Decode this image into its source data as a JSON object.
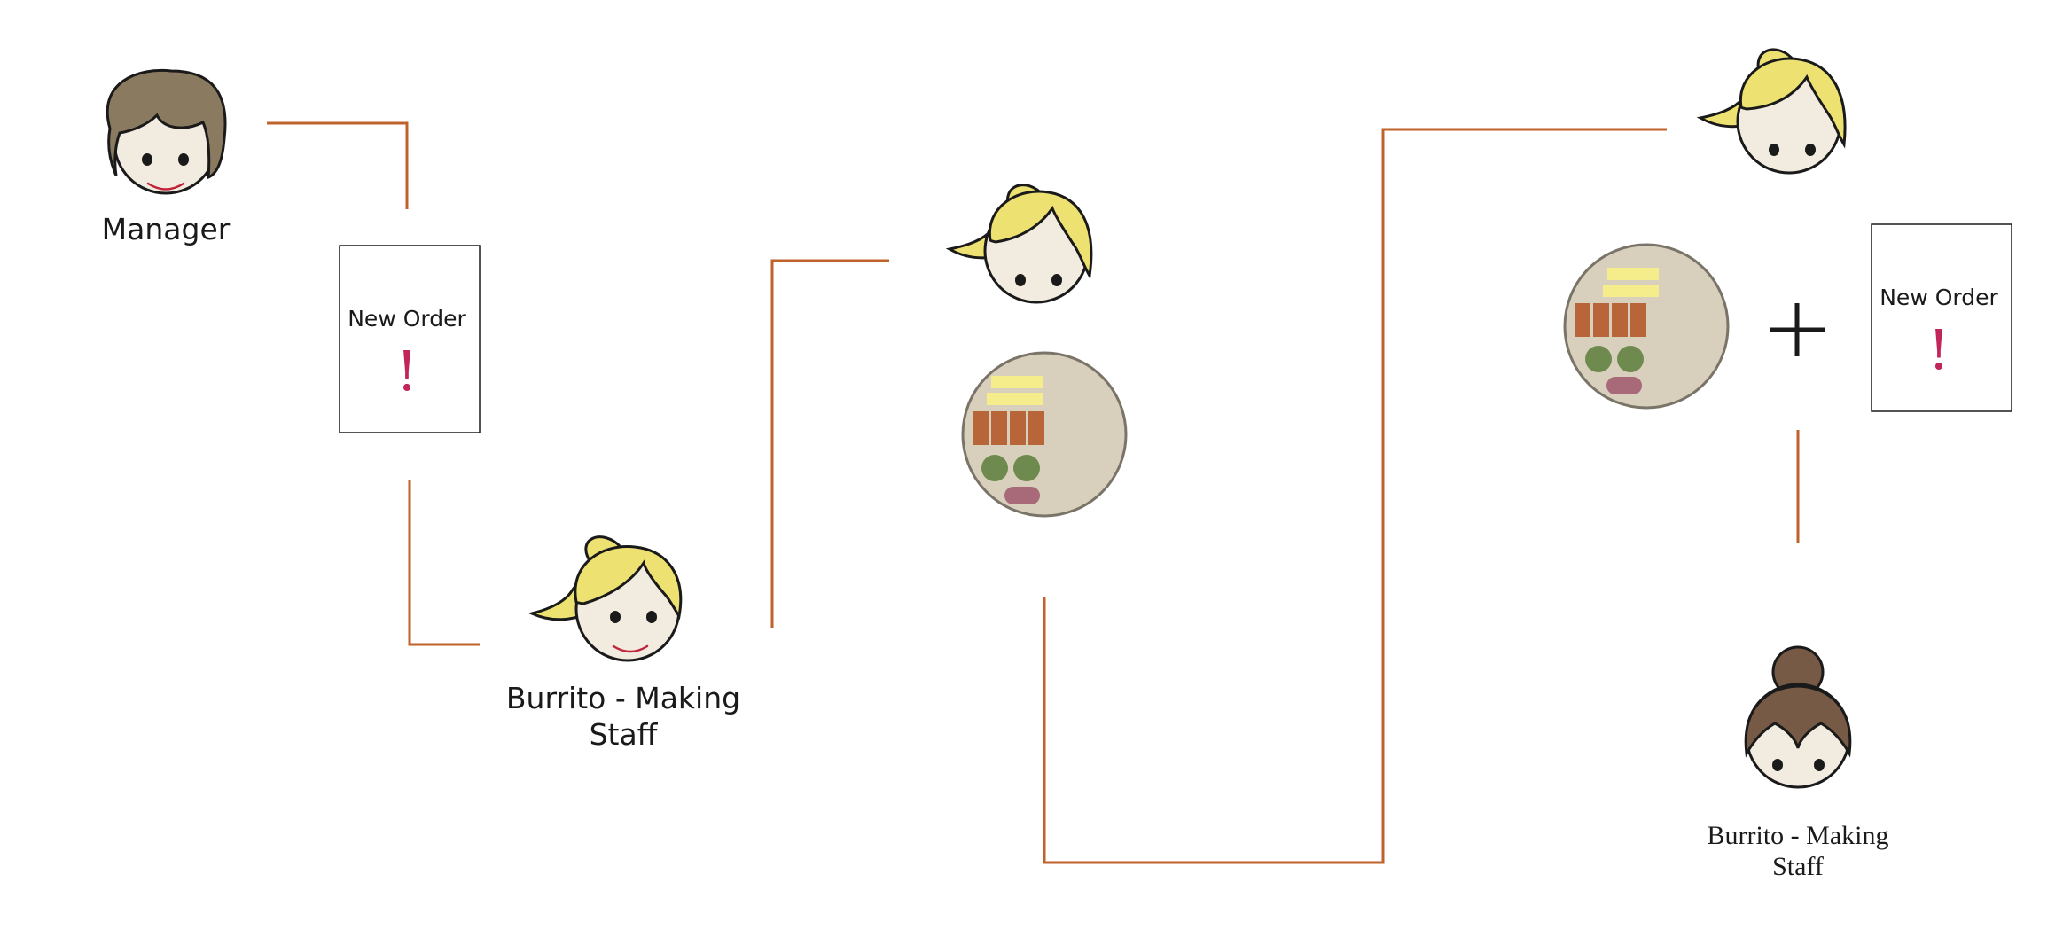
{
  "labels": {
    "manager": "Manager",
    "staff_a_line1": "Burrito - Making",
    "staff_a_line2": "Staff",
    "staff_b_line1": "Burrito - Making",
    "staff_b_line2": "Staff"
  },
  "order_note": {
    "title": "New Order",
    "mark": "!"
  },
  "combine_symbol": "+",
  "colors": {
    "connector": "#c0622b",
    "manager_hair": "#8a7a60",
    "blonde_hair": "#ede172",
    "bun_hair": "#765a45",
    "plate": "#d8d0bc",
    "tortilla": "#f5ec8c",
    "meat": "#b8653a",
    "veg": "#6f8a4e",
    "bean": "#a86a78",
    "alert": "#c2255a"
  }
}
